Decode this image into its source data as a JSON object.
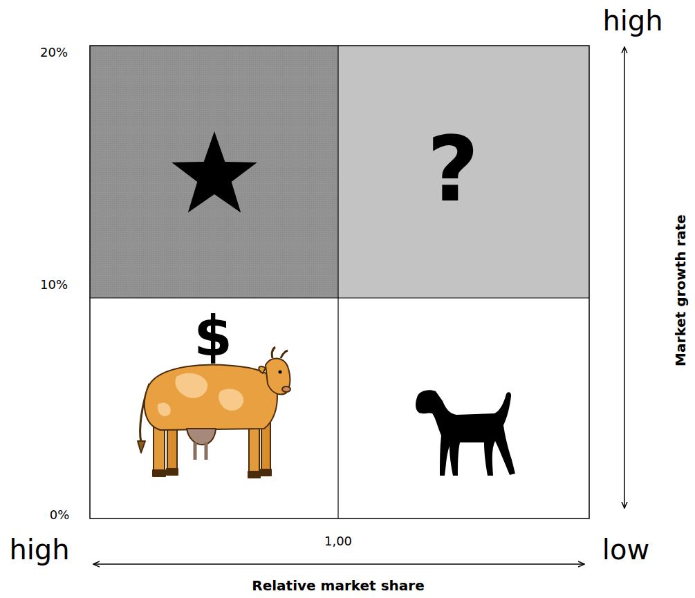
{
  "diagram": {
    "labels": [
      "high",
      "20%",
      "?",
      "10%",
      "$",
      "0%",
      "high",
      "1,00",
      "low",
      "Relative market share",
      "Market growth rate"
    ]
  }
}
